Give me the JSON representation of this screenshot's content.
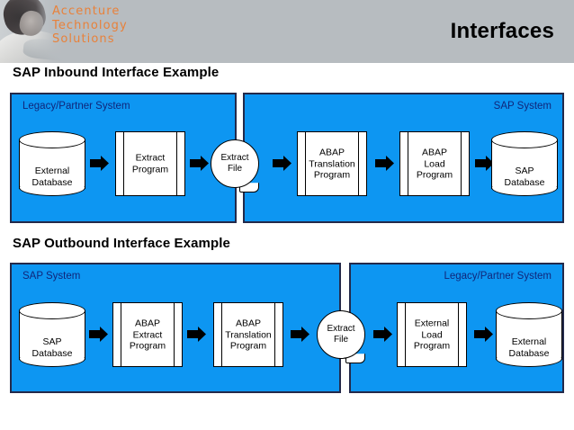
{
  "header": {
    "brand": "Accenture\nTechnology\nSolutions",
    "brand_color": "#e8813a",
    "band_color": "#b7bcc0",
    "title": "Interfaces",
    "photo_alt": "person-photo"
  },
  "sections": [
    {
      "heading": "SAP Inbound Interface Example",
      "panels": [
        {
          "label": "Legacy/Partner System",
          "label_align": "left"
        },
        {
          "label": "SAP System",
          "label_align": "right"
        }
      ],
      "nodes": [
        {
          "type": "cylinder",
          "label": "External\nDatabase"
        },
        {
          "type": "process",
          "label": "Extract\nProgram"
        },
        {
          "type": "file",
          "label": "Extract\nFile"
        },
        {
          "type": "process",
          "label": "ABAP\nTranslation\nProgram"
        },
        {
          "type": "process",
          "label": "ABAP\nLoad\nProgram"
        },
        {
          "type": "cylinder",
          "label": "SAP\nDatabase"
        }
      ]
    },
    {
      "heading": "SAP Outbound Interface Example",
      "panels": [
        {
          "label": "SAP System",
          "label_align": "left"
        },
        {
          "label": "Legacy/Partner System",
          "label_align": "right"
        }
      ],
      "nodes": [
        {
          "type": "cylinder",
          "label": "SAP\nDatabase"
        },
        {
          "type": "process",
          "label": "ABAP\nExtract\nProgram"
        },
        {
          "type": "process",
          "label": "ABAP\nTranslation\nProgram"
        },
        {
          "type": "file",
          "label": "Extract\nFile"
        },
        {
          "type": "process",
          "label": "External\nLoad\nProgram"
        },
        {
          "type": "cylinder",
          "label": "External\nDatabase"
        }
      ]
    }
  ],
  "colors": {
    "panel_fill": "#0d96f2",
    "panel_border": "#23294a",
    "panel_label_text": "#10267a",
    "shape_fill": "#ffffff",
    "shape_stroke": "#000000",
    "arrow_fill": "#000000",
    "page_background": "#ffffff"
  }
}
